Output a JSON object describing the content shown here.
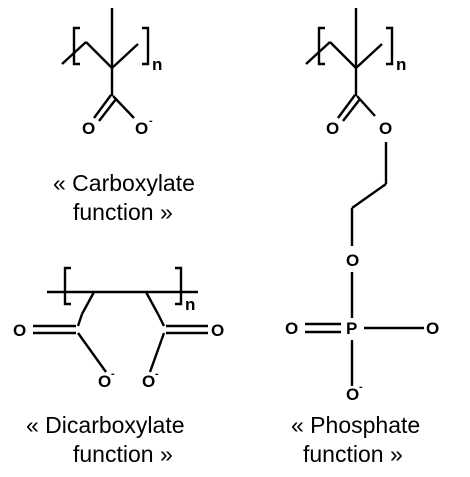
{
  "structures": {
    "carboxylate": {
      "subscript": "n",
      "atom_o_double": "O",
      "atom_o_single": "O",
      "charge": "-",
      "caption_line1": "« Carboxylate",
      "caption_line2": "function »"
    },
    "phosphate": {
      "subscript": "n",
      "atom_o_carbonyl": "O",
      "atom_o_ester": "O",
      "atom_o_link": "O",
      "atom_o_double": "O",
      "atom_p": "P",
      "atom_o_right": "O",
      "atom_o_bottom": "O",
      "charge": "-",
      "caption_line1": "« Phosphate",
      "caption_line2": "function »"
    },
    "dicarboxylate": {
      "subscript": "n",
      "atom_o_left": "O",
      "atom_o_right": "O",
      "atom_o_minus_left": "O",
      "atom_o_minus_right": "O",
      "charge": "-",
      "caption_line1": "« Dicarboxylate",
      "caption_line2": "function »"
    }
  }
}
